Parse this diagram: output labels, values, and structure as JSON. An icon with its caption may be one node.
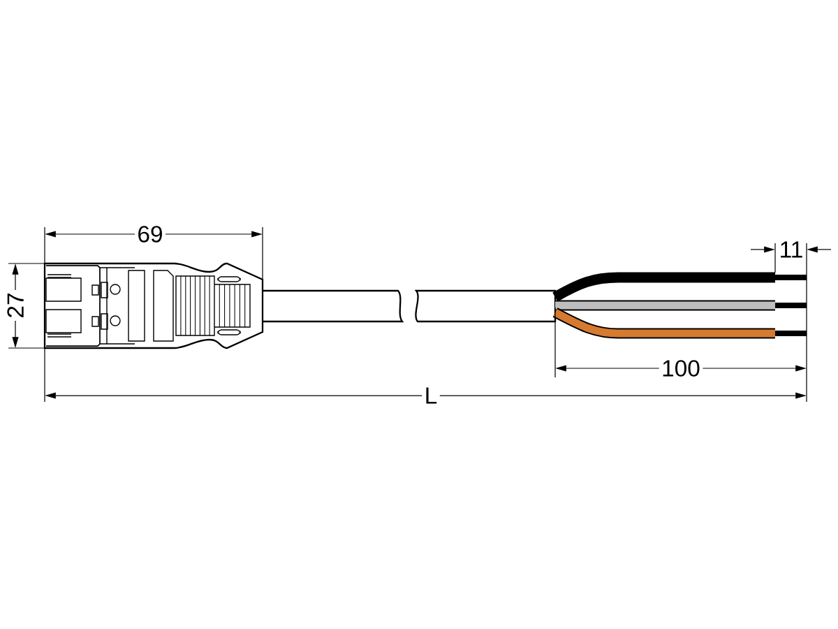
{
  "diagram": {
    "labels": [
      "69",
      "27",
      "11",
      "100",
      "L"
    ]
  }
}
